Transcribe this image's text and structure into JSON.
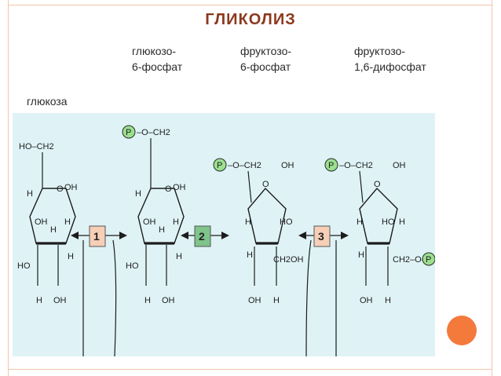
{
  "slide": {
    "title": "ГЛИКОЛИЗ"
  },
  "compounds": [
    {
      "line1": "",
      "line2": "глюкоза"
    },
    {
      "line1": "глюкозо-",
      "line2": "6-фосфат"
    },
    {
      "line1": "фруктозо-",
      "line2": "6-фосфат"
    },
    {
      "line1": "фруктозо-",
      "line2": "1,6-дифосфат"
    }
  ],
  "steps": [
    {
      "number": "1",
      "color": "#f6cfb6"
    },
    {
      "number": "2",
      "color": "#7fc48a"
    },
    {
      "number": "3",
      "color": "#f6cfb6"
    }
  ],
  "atoms": {
    "phosphate": "P",
    "o": "O",
    "oh": "OH",
    "ho": "HO",
    "h": "H",
    "ch2": "CH2",
    "ho_ch2": "HO–CH2",
    "p_o_ch2": "–O–CH2",
    "ch2oh": "CH2OH",
    "ch2_o": "CH2–O–"
  },
  "colors": {
    "band": "#dff3f6",
    "phosphate": "#9be08f",
    "title": "#8b3a1e",
    "accent": "#f47a3c"
  }
}
